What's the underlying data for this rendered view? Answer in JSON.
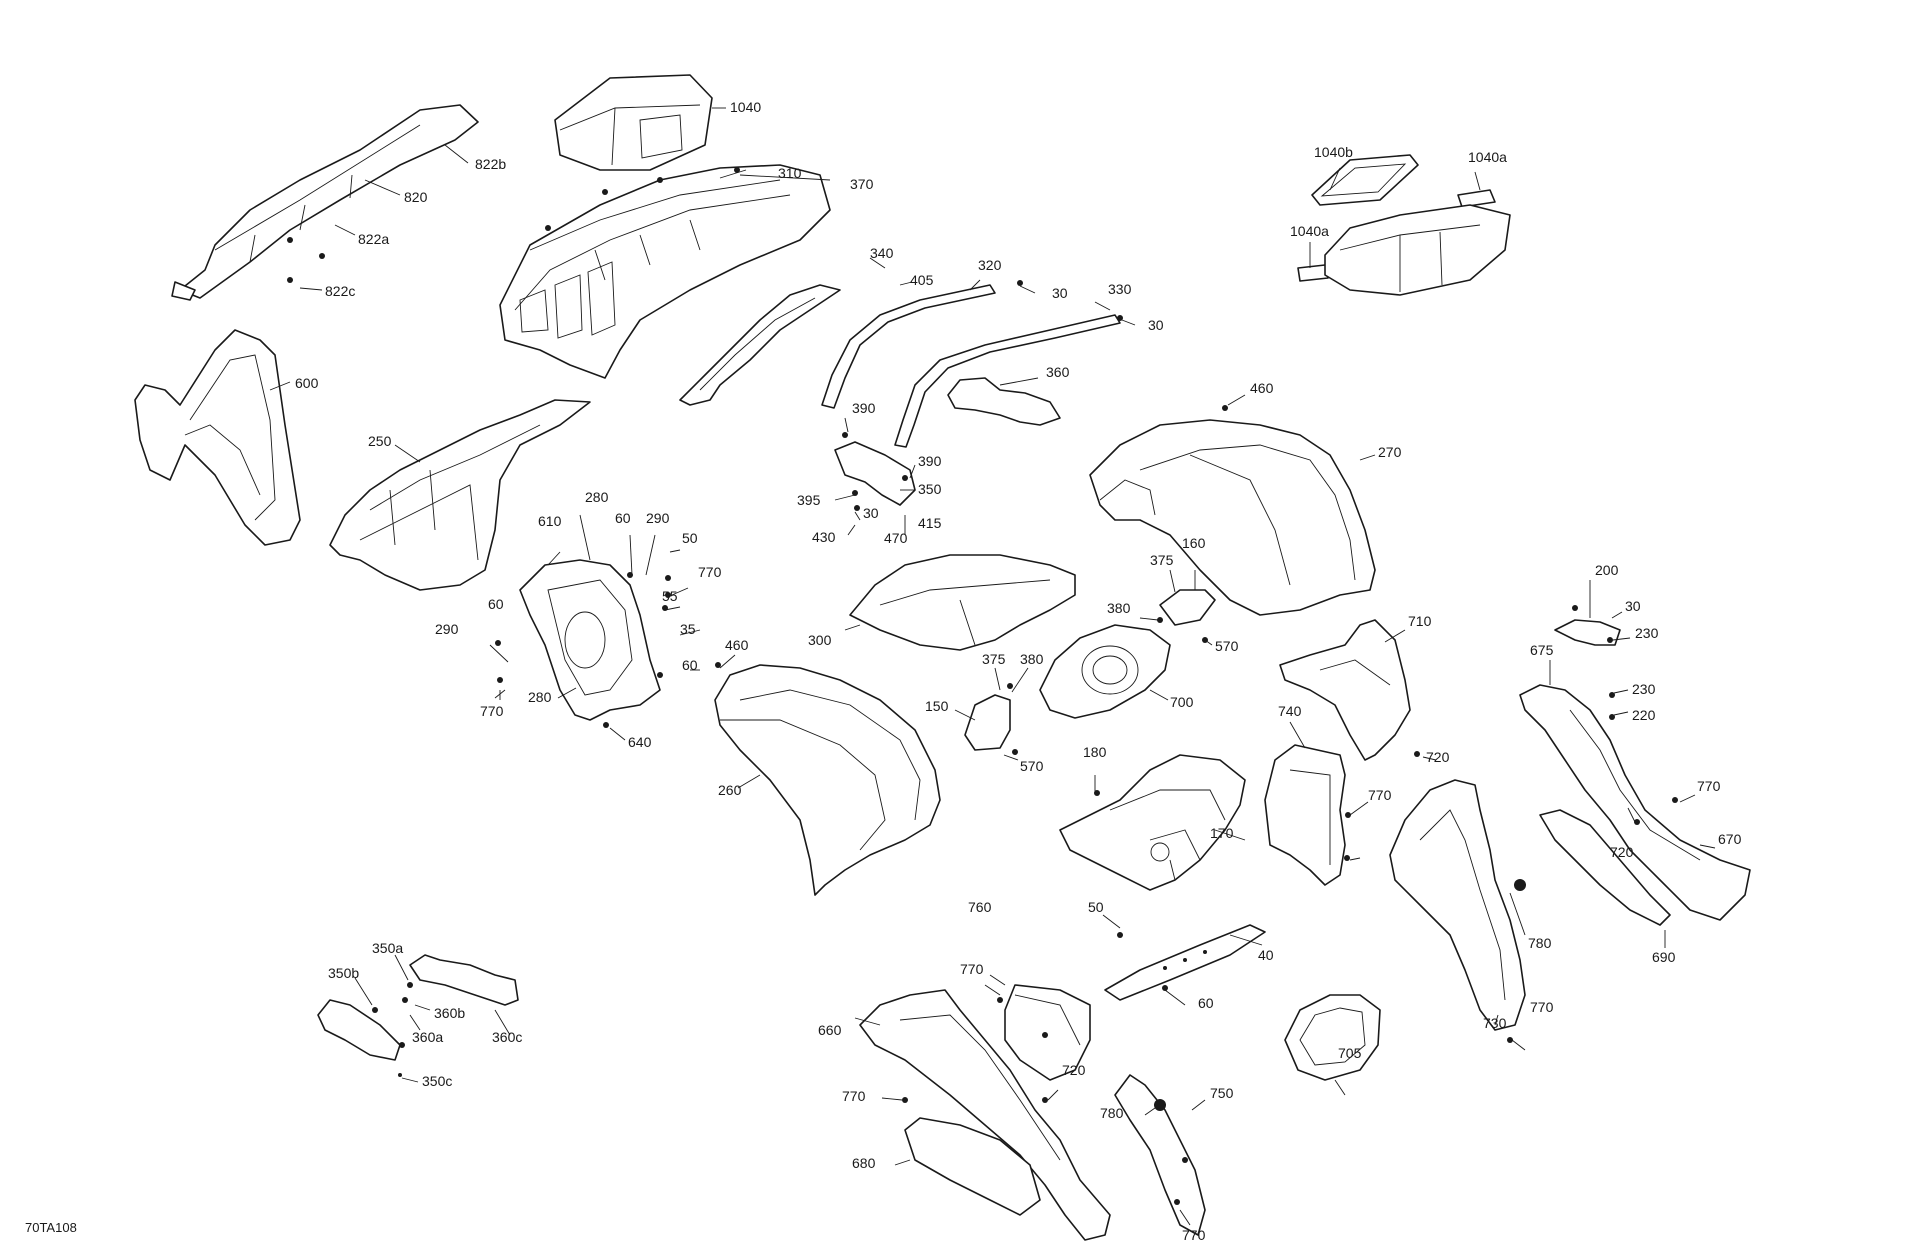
{
  "drawing_code": "70TA108",
  "callouts": {
    "c1040": "1040",
    "c822b": "822b",
    "c820": "820",
    "c822a": "822a",
    "c822c": "822c",
    "c310": "310",
    "c370": "370",
    "c1040b": "1040b",
    "c1040a_1": "1040a",
    "c1040a_2": "1040a",
    "c340": "340",
    "c405": "405",
    "c320": "320",
    "c30_1": "30",
    "c330": "330",
    "c30_2": "30",
    "c600": "600",
    "c250": "250",
    "c360": "360",
    "c460_1": "460",
    "c390_1": "390",
    "c390_2": "390",
    "c350": "350",
    "c395": "395",
    "c30_3": "30",
    "c430": "430",
    "c470": "470",
    "c415": "415",
    "c270": "270",
    "c610": "610",
    "c280_1": "280",
    "c60_1": "60",
    "c290_1": "290",
    "c50_1": "50",
    "c770_1": "770",
    "c55": "55",
    "c35": "35",
    "c60_2": "60",
    "c290_2": "290",
    "c280_2": "280",
    "c770_2": "770",
    "c460_2": "460",
    "c60_3": "60",
    "c640": "640",
    "c300": "300",
    "c375_1": "375",
    "c160": "160",
    "c380_1": "380",
    "c570_1": "570",
    "c375_2": "375",
    "c380_2": "380",
    "c150": "150",
    "c570_2": "570",
    "c700": "700",
    "c260": "260",
    "c200": "200",
    "c30_4": "30",
    "c230_1": "230",
    "c675": "675",
    "c230_2": "230",
    "c220": "220",
    "c710": "710",
    "c720_1": "720",
    "c740": "740",
    "c180": "180",
    "c770_3": "770",
    "c170": "170",
    "c770_4": "770",
    "c670": "670",
    "c720_2": "720",
    "c690": "690",
    "c780_1": "780",
    "c770_5": "770",
    "c730": "730",
    "c705": "705",
    "c760": "760",
    "c50_2": "50",
    "c40": "40",
    "c60_4": "60",
    "c770_6": "770",
    "c660": "660",
    "c720_3": "720",
    "c770_7": "770",
    "c680": "680",
    "c780_2": "780",
    "c750": "750",
    "c770_8": "770",
    "c350a": "350a",
    "c350b": "350b",
    "c360b": "360b",
    "c360a": "360a",
    "c360c": "360c",
    "c350c": "350c"
  }
}
